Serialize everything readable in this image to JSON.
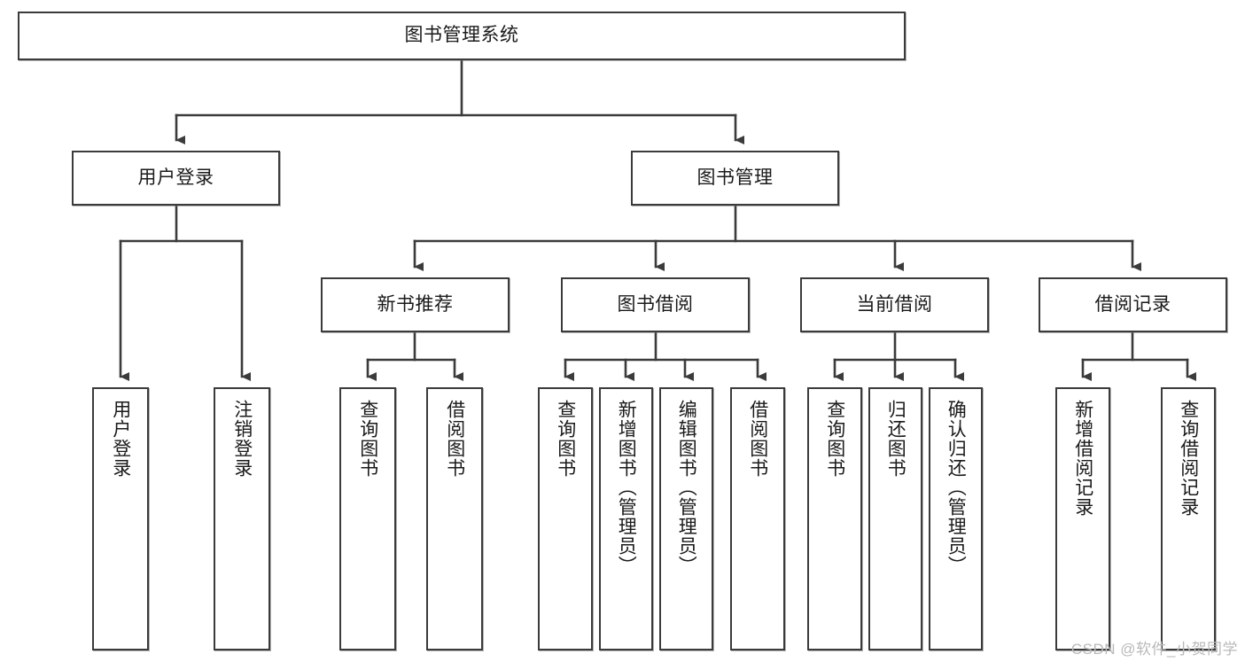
{
  "diagram": {
    "title": "图书管理系统",
    "type": "tree",
    "colors": {
      "border": "#3b3b3b",
      "fill": "#ffffff",
      "line": "#3b3b3b",
      "text": "#1a1a1a",
      "watermark": "#b9b9b9"
    },
    "nodes": {
      "root": {
        "label": "图书管理系统"
      },
      "level2": [
        {
          "label": "用户登录"
        },
        {
          "label": "图书管理"
        }
      ],
      "level3": [
        {
          "label": "新书推荐"
        },
        {
          "label": "图书借阅"
        },
        {
          "label": "当前借阅"
        },
        {
          "label": "借阅记录"
        }
      ],
      "leaves_user_login": [
        {
          "label": "用户登录"
        },
        {
          "label": "注销登录"
        }
      ],
      "leaves_new_books": [
        {
          "label": "查询图书"
        },
        {
          "label": "借阅图书"
        }
      ],
      "leaves_borrow": [
        {
          "label": "查询图书"
        },
        {
          "label": "新增图书（管理员）"
        },
        {
          "label": "编辑图书（管理员）"
        },
        {
          "label": "借阅图书"
        }
      ],
      "leaves_current": [
        {
          "label": "查询图书"
        },
        {
          "label": "归还图书"
        },
        {
          "label": "确认归还（管理员）"
        }
      ],
      "leaves_records": [
        {
          "label": "新增借阅记录"
        },
        {
          "label": "查询借阅记录"
        }
      ]
    },
    "watermark": "CSDN @软件_小贺同学"
  }
}
